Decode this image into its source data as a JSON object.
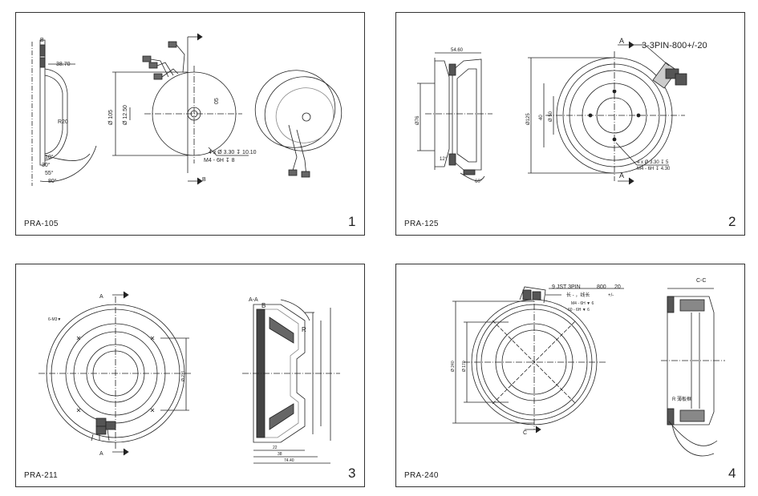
{
  "panels": [
    {
      "model": "PRA-105",
      "number": "1",
      "labels": {
        "section_b": "B",
        "dim_38_70": "38.70",
        "r20": "R20",
        "ang10": "10°",
        "ang30": "30°",
        "ang55": "55°",
        "ang80": "80°",
        "dia105": "Ø 105",
        "dia12_50": "Ø 12.50",
        "dim05": "05",
        "holes1": "4 x Ø 3.30 ↧ 10.10",
        "holes2": "M4 - 6H ↧ 8",
        "section_b2": "B"
      }
    },
    {
      "model": "PRA-125",
      "number": "2",
      "labels": {
        "cable": "3-3PIN-800+/-20",
        "section_a": "A",
        "section_a2": "A",
        "top_dim": "54.60",
        "dia76": "Ø76",
        "dia125": "Ø125",
        "dim40": "40",
        "dim50": "Ø 50",
        "holes1": "4 x Ø 3.30 ↧ 5",
        "holes2": "M4 - 6H ↧ 4.30",
        "ang12": "12°",
        "ang60": "60°"
      }
    },
    {
      "model": "PRA-211",
      "number": "3",
      "labels": {
        "section_a": "A",
        "section_a2": "A",
        "section_aa": "A-A",
        "detail_b": "B",
        "r": "R",
        "dia_main": "Ø 211",
        "note_left": "6-M3▼",
        "bottom1": "22",
        "bottom2": "38",
        "bottom3": "74.40"
      }
    },
    {
      "model": "PRA-240",
      "number": "4",
      "labels": {
        "cable1": "9  JST  3PIN",
        "cable_len": "800",
        "cable_tol": "20",
        "cable2": "长  -  ，线长",
        "cable_pm": "+/-",
        "note1": "M4 - 6H ▼ 6",
        "note2": "60 - 6H ▼ 6",
        "section_c": "C",
        "section_cc": "C-C",
        "r_label": "R 薄板框",
        "dia240": "Ø 240",
        "dia_inner": "Ø 170"
      }
    }
  ]
}
